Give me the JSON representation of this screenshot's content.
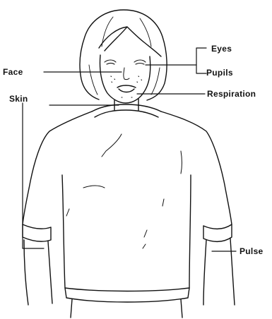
{
  "labels": {
    "face": "Face",
    "skin": "Skin",
    "eyes": "Eyes",
    "pupils": "Pupils",
    "respiration": "Respiration",
    "pulse": "Pulse"
  },
  "colors": {
    "ink": "#111111",
    "background": "#ffffff"
  }
}
